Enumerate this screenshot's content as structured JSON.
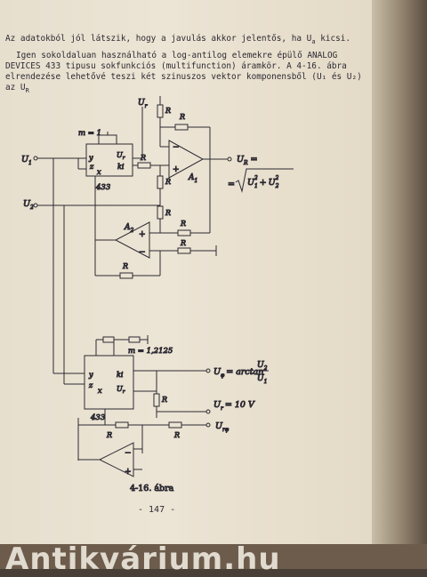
{
  "text": {
    "line1": "Az adatokból jól látszik, hogy a javulás akkor jelentős, ha",
    "line1_var": "U",
    "line1_sub": "a",
    "line1_end": "kicsi.",
    "line2": "Igen sokoldaluan használható a log-antilog elemekre épülő ANALOG",
    "line3": "DEVICES 433 tipusu sokfunkciós (multifunction) áramkör. A 4-16. ábra",
    "line4": "elrendezése lehetővé teszi két szinuszos vektor komponensből (U₁ és U₂)",
    "line5": "az U",
    "line5_sub": "R"
  },
  "circuit1": {
    "m_label": "m = 1",
    "ur_label": "U",
    "ur_sub": "r",
    "u1_label": "U",
    "u1_sub": "1",
    "u2_label": "U",
    "u2_sub": "2",
    "pin_y": "y",
    "pin_z": "z",
    "pin_x": "x",
    "pin_ur": "U",
    "pin_ur_sub": "r",
    "pin_ki": "ki",
    "chip": "433",
    "r_label": "R",
    "a1": "A",
    "a1_sub": "1",
    "a2": "A",
    "a2_sub": "2",
    "minus": "−",
    "plus": "+",
    "out_label": "U",
    "out_sub": "R",
    "out_eq": "=",
    "formula_eq": "=",
    "formula_u1": "U",
    "formula_u1_sub": "1",
    "formula_u2": "U",
    "formula_u2_sub": "2",
    "formula_sq": "2",
    "formula_plus": "+"
  },
  "circuit2": {
    "m_label": "m = 1,2125",
    "pin_y": "y",
    "pin_z": "z",
    "pin_x": "x",
    "pin_ki": "ki",
    "pin_ur": "U",
    "pin_ur_sub": "r",
    "chip": "433",
    "r_label": "R",
    "phi_label": "U",
    "phi_sub": "φ",
    "phi_eq": "= arctan",
    "phi_num": "U",
    "phi_num_sub": "2",
    "phi_den": "U",
    "phi_den_sub": "1",
    "ur_value_label": "U",
    "ur_value_sub": "r",
    "ur_value": "= 10 V",
    "urphi_label": "U",
    "urphi_sub": "rφ",
    "minus": "−",
    "plus": "+"
  },
  "caption": "4-16. ábra",
  "page_number": "- 147 -",
  "watermark": "Antikvárium.hu"
}
